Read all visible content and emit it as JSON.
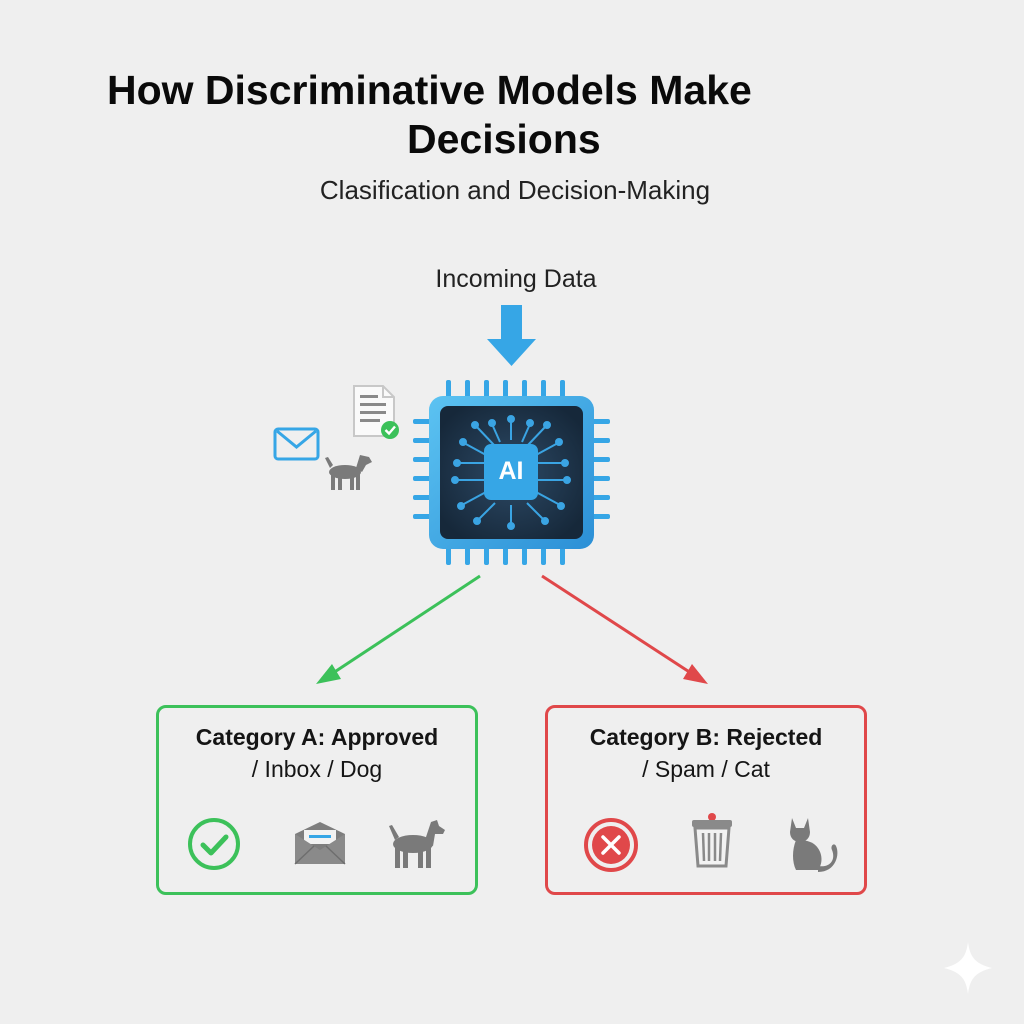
{
  "title": {
    "line1": "How Discriminative Models Make",
    "line2": "Decisions"
  },
  "subtitle": "Clasification and Decision-Making",
  "input": {
    "label": "Incoming Data",
    "icons": [
      "email-icon",
      "document-check-icon",
      "dog-icon"
    ]
  },
  "model": {
    "label": "AI",
    "icon": "ai-chip-icon"
  },
  "categories": [
    {
      "title": "Category A: Approved",
      "subtitle": "/ Inbox / Dog",
      "icons": [
        "check-circle-icon",
        "envelope-icon",
        "dog-icon"
      ],
      "color": "#3cc15a"
    },
    {
      "title": "Category B: Rejected",
      "subtitle": "/ Spam / Cat",
      "icons": [
        "x-circle-icon",
        "trash-can-icon",
        "cat-icon"
      ],
      "color": "#e0484a"
    }
  ],
  "colors": {
    "accent_blue": "#36a6e6",
    "chip_dark": "#1f3247",
    "approved_green": "#3cc15a",
    "rejected_red": "#e0484a",
    "icon_gray": "#7a7a7a"
  }
}
